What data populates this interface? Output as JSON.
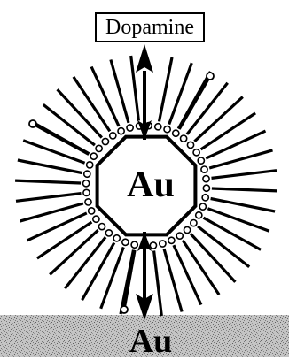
{
  "top_label": "Dopamine",
  "core_label": "Au",
  "substrate_label": "Au",
  "colors": {
    "ink": "#000000",
    "substrate_fill": "#b8b8b8",
    "background": "#ffffff"
  }
}
